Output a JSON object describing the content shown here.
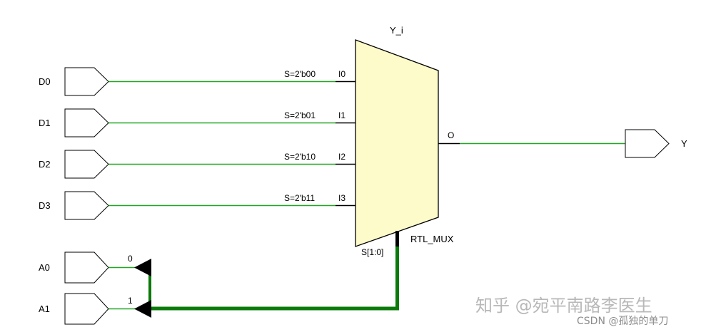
{
  "mux": {
    "instance_name": "Y_i",
    "type_label": "RTL_MUX",
    "output_pin": "O",
    "select_pin": "S[1:0]",
    "inputs": [
      {
        "pin": "I0",
        "condition": "S=2'b00",
        "port": "D0"
      },
      {
        "pin": "I1",
        "condition": "S=2'b01",
        "port": "D1"
      },
      {
        "pin": "I2",
        "condition": "S=2'b10",
        "port": "D2"
      },
      {
        "pin": "I3",
        "condition": "S=2'b11",
        "port": "D3"
      }
    ]
  },
  "output_port": "Y",
  "select_ports": [
    {
      "port": "A0",
      "bit": "0"
    },
    {
      "port": "A1",
      "bit": "1"
    }
  ],
  "watermark": {
    "main": "知乎 @宛平南路李医生",
    "sub": "CSDN @孤独的单刀"
  },
  "colors": {
    "wire": "#22a822",
    "bus": "#0a7a0a",
    "mux_fill": "#fdfbc9",
    "outline": "#000000"
  }
}
